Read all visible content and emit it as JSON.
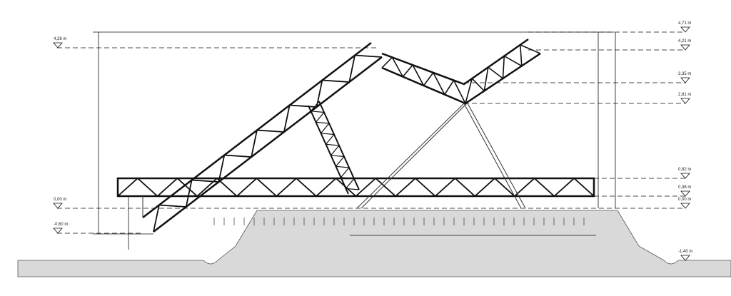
{
  "drawing": {
    "levels_right": [
      "4,71 m",
      "4,21 m",
      "3,35 m",
      "2,81 m",
      "0,82 m",
      "0,36 m",
      "0,00 m",
      "-1,40 m"
    ],
    "levels_left": [
      "4,28 m",
      "0,00 m",
      "-0,60 m"
    ],
    "colors": {
      "ground": "#d9d9d9",
      "line": "#111111"
    }
  }
}
